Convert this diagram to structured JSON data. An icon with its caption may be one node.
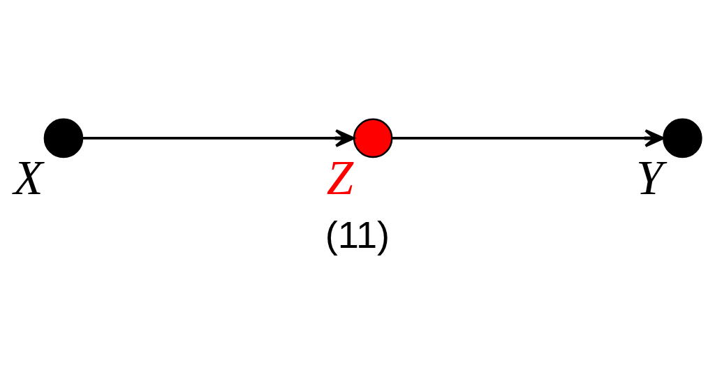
{
  "diagram": {
    "caption": "(11)",
    "nodes": [
      {
        "text": [
          "X"
        ]
      },
      {
        "text": [
          "Z"
        ]
      },
      {
        "text": [
          "Y"
        ]
      }
    ],
    "edges": [
      {
        "from": 0,
        "to": 1,
        "arrow": "to"
      },
      {
        "from": 1,
        "to": 2,
        "arrow": "to"
      }
    ]
  }
}
